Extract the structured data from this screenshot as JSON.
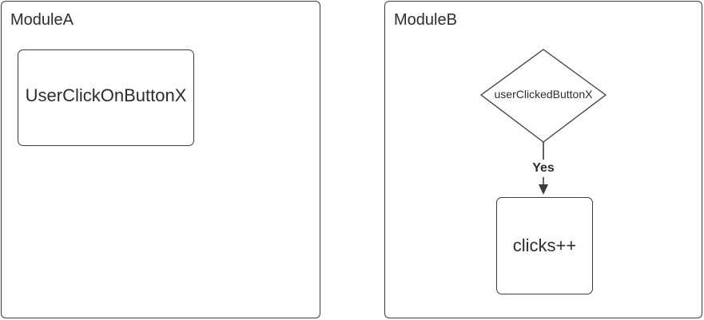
{
  "modules": {
    "a": {
      "title": "ModuleA",
      "box_label": "UserClickOnButtonX"
    },
    "b": {
      "title": "ModuleB",
      "decision_label": "userClickedButtonX",
      "edge_label": "Yes",
      "box_label": "clicks++"
    }
  },
  "colors": {
    "stroke": "#3a3c42",
    "text": "#2b2d33",
    "background": "#ffffff"
  }
}
